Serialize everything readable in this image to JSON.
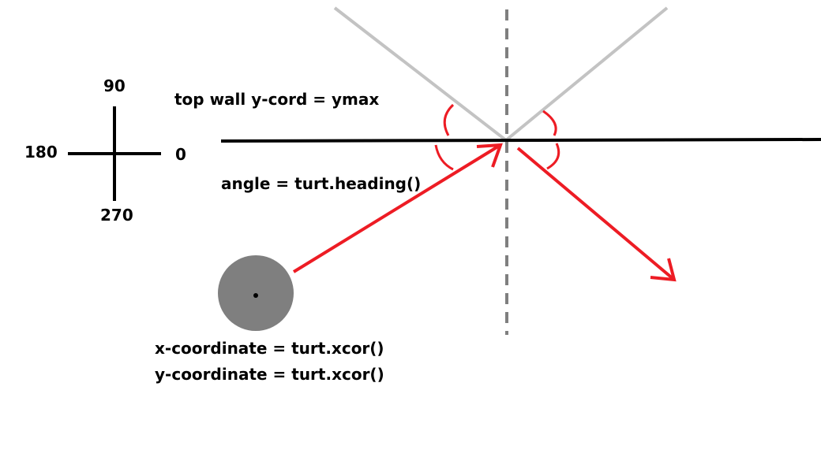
{
  "compass": {
    "north": "90",
    "west": "180",
    "east": "0",
    "south": "270"
  },
  "labels": {
    "top_wall": "top wall y-cord = ymax",
    "angle": "angle = turt.heading()",
    "x_coord": "x-coordinate = turt.xcor()",
    "y_coord": "y-coordinate = turt.xcor()"
  },
  "colors": {
    "wall": "#000000",
    "reflection_guides": "#c0c0c0",
    "normal_dashed": "#7f7f7f",
    "path": "#ed1c24",
    "turtle": "#7f7f7f"
  }
}
